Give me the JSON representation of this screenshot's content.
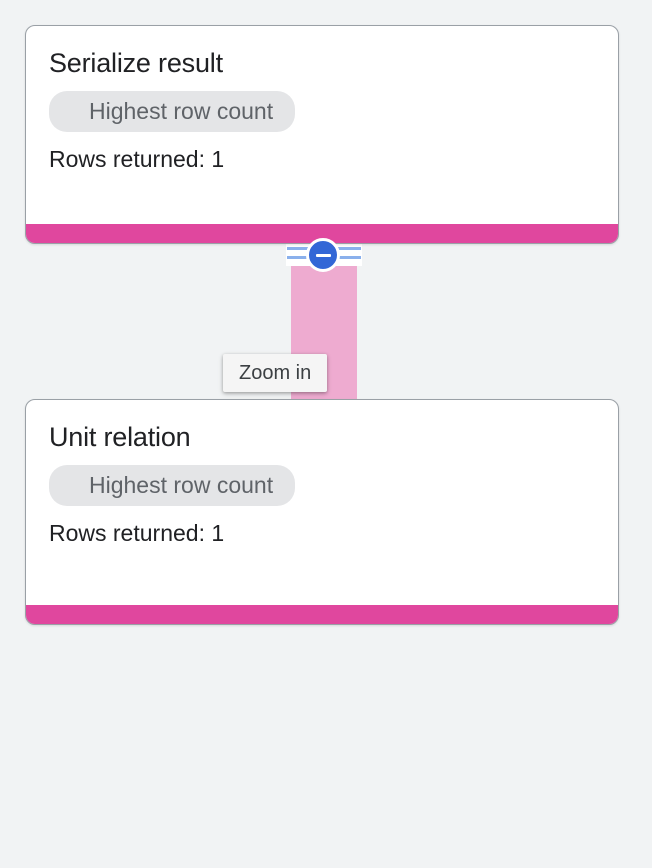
{
  "canvas": {
    "background_color": "#f1f3f4",
    "accent_color": "#e0479e",
    "connector_color": "#eeabd0",
    "control_color": "#3367d6",
    "connector_line_color": "#8ab0ec"
  },
  "nodes": [
    {
      "title": "Serialize result",
      "chip_label": "Highest row count",
      "meta": "Rows returned: 1"
    },
    {
      "title": "Unit relation",
      "chip_label": "Highest row count",
      "meta": "Rows returned: 1"
    }
  ],
  "connector": {
    "collapse_icon": "minus-circle-icon"
  },
  "tooltip": {
    "label": "Zoom in"
  }
}
